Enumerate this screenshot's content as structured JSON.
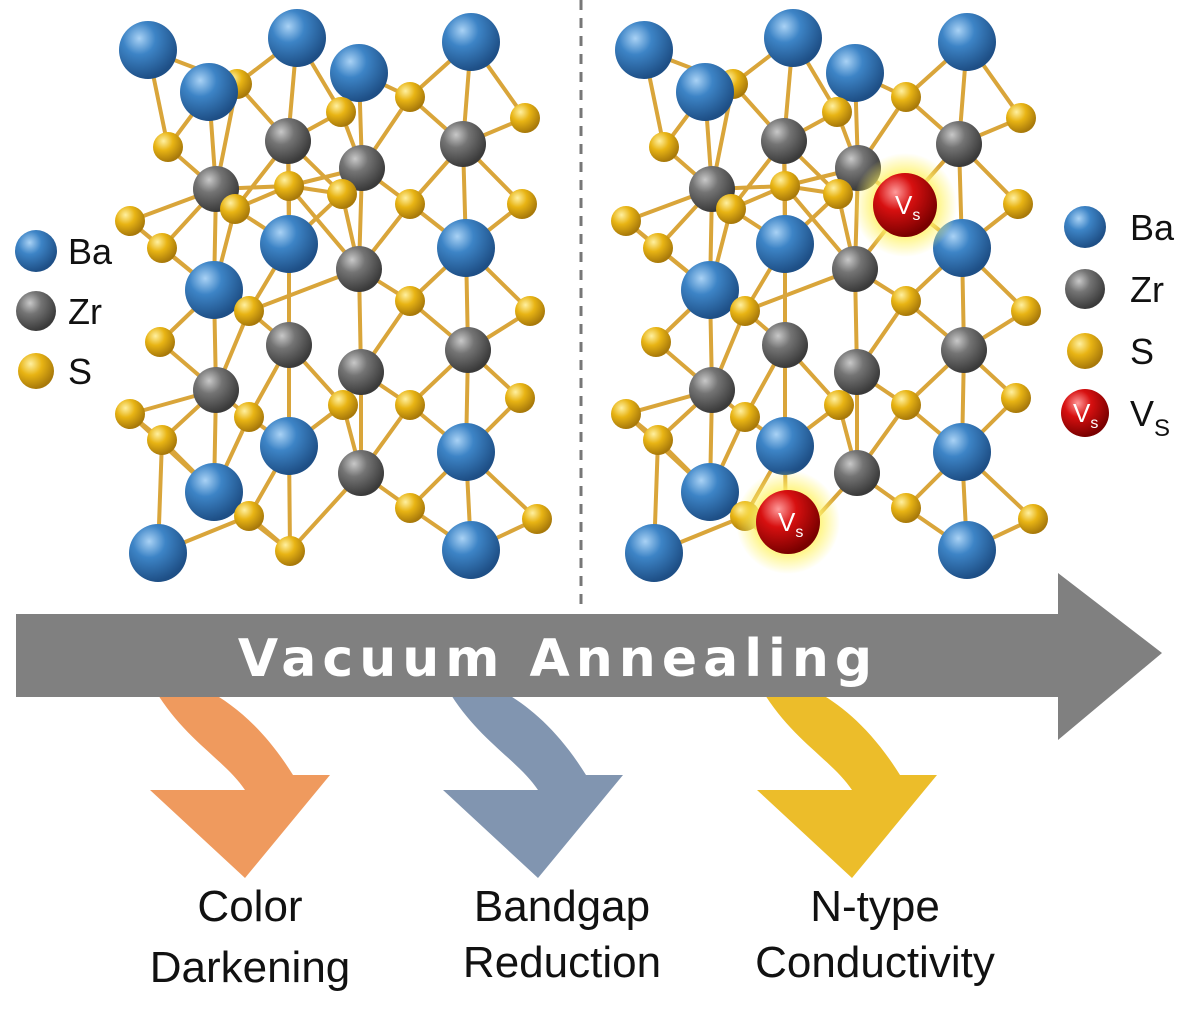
{
  "legend_left": [
    {
      "symbol": "ba",
      "label": "Ba"
    },
    {
      "symbol": "zr",
      "label": "Zr"
    },
    {
      "symbol": "s",
      "label": "S"
    }
  ],
  "legend_right": [
    {
      "symbol": "ba",
      "label": "Ba"
    },
    {
      "symbol": "zr",
      "label": "Zr"
    },
    {
      "symbol": "s",
      "label": "S"
    },
    {
      "symbol": "vs",
      "label": "V",
      "sub": "S"
    }
  ],
  "vacancy_label": {
    "main": "V",
    "sub": "s"
  },
  "banner": {
    "text": "Vacuum Annealing",
    "color": "#808080"
  },
  "effects": [
    {
      "line1": "Color",
      "line2": "Darkening",
      "color": "#ef9a5e"
    },
    {
      "line1": "Bandgap",
      "line2": "Reduction",
      "color": "#8195b0"
    },
    {
      "line1": "N-type",
      "line2": "Conductivity",
      "color": "#ecbd2a"
    }
  ],
  "colors": {
    "ba": "#3a7fc2",
    "zr": "#6f6f6f",
    "s": "#e6b418",
    "vs": "#d41010",
    "bond": "#d9a53a"
  }
}
